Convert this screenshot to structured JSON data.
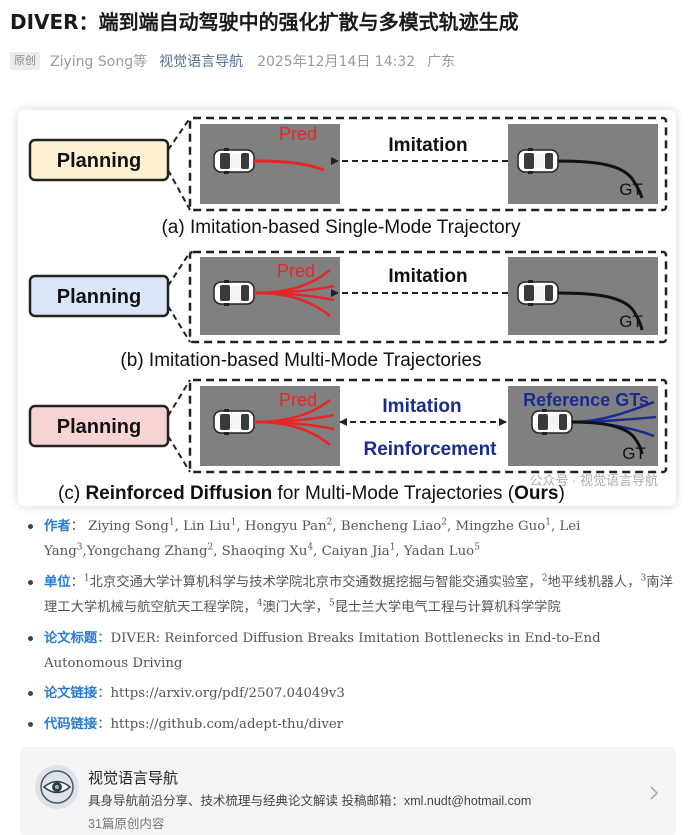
{
  "article": {
    "title": "DIVER：端到端自动驾驶中的强化扩散与多模式轨迹生成",
    "meta": {
      "badge": "原创",
      "author": "Ziying Song等",
      "account": "视觉语言导航",
      "date": "2025年12月14日 14:32",
      "location": "广东"
    }
  },
  "figure": {
    "planning_label": "Planning",
    "pred_label": "Pred",
    "imitation_label": "Imitation",
    "reinforcement_label": "Reinforcement",
    "gt_label": "GT",
    "reference_gts_label": "Reference GTs",
    "captions": {
      "a": "(a) Imitation-based Single-Mode Trajectory",
      "b": "(b) Imitation-based Multi-Mode Trajectories",
      "c_prefix": "(c) ",
      "c_bold": "Reinforced Diffusion",
      "c_mid": " for Multi-Mode Trajectories (",
      "c_ours": "Ours",
      "c_suffix": ")"
    },
    "watermark": "公众号 · 视觉语言导航",
    "colors": {
      "planning_a": "#fdf1d4",
      "planning_b": "#dbe7f8",
      "planning_c": "#f7d3d3",
      "pred": "#e8262a",
      "reinforce_text": "#1b2c8f",
      "road": "#808080"
    }
  },
  "info": {
    "authors_key": "作者",
    "authors": [
      {
        "name": "Ziying Song",
        "sup": "1",
        "sep": ", "
      },
      {
        "name": "Lin Liu",
        "sup": "1",
        "sep": ", "
      },
      {
        "name": "Hongyu Pan",
        "sup": "2",
        "sep": ", "
      },
      {
        "name": "Bencheng Liao",
        "sup": "2",
        "sep": ", "
      },
      {
        "name": "Mingzhe Guo",
        "sup": "1",
        "sep": ", "
      },
      {
        "name": "Lei Yang",
        "sup": "3",
        "sep": ","
      },
      {
        "name": "Yongchang Zhang",
        "sup": "2",
        "sep": ", "
      },
      {
        "name": "Shaoqing Xu",
        "sup": "4",
        "sep": ", "
      },
      {
        "name": "Caiyan Jia",
        "sup": "1",
        "sep": ", "
      },
      {
        "name": "Yadan Luo",
        "sup": "5",
        "sep": ""
      }
    ],
    "affil_key": "单位",
    "affiliations": [
      {
        "sup": "1",
        "text": "北京交通大学计算机科学与技术学院北京市交通数据挖掘与智能交通实验室，"
      },
      {
        "sup": "2",
        "text": "地平线机器人，"
      },
      {
        "sup": "3",
        "text": "南洋理工大学机械与航空航天工程学院，"
      },
      {
        "sup": "4",
        "text": "澳门大学，"
      },
      {
        "sup": "5",
        "text": "昆士兰大学电气工程与计算机科学学院"
      }
    ],
    "paper_title_key": "论文标题",
    "paper_title_line1": "DIVER: Reinforced Diffusion Breaks Imitation Bottlenecks in End-to-End",
    "paper_title_line2": "Autonomous Driving",
    "paper_link_key": "论文链接",
    "paper_link": "https://arxiv.org/pdf/2507.04049v3",
    "code_link_key": "代码链接",
    "code_link": "https://github.com/adept-thu/diver",
    "colon": "："
  },
  "account_card": {
    "name": "视觉语言导航",
    "description": "具身导航前沿分享、技术梳理与经典论文解读 投稿邮箱：xml.nudt@hotmail.com",
    "count": "31篇原创内容"
  }
}
